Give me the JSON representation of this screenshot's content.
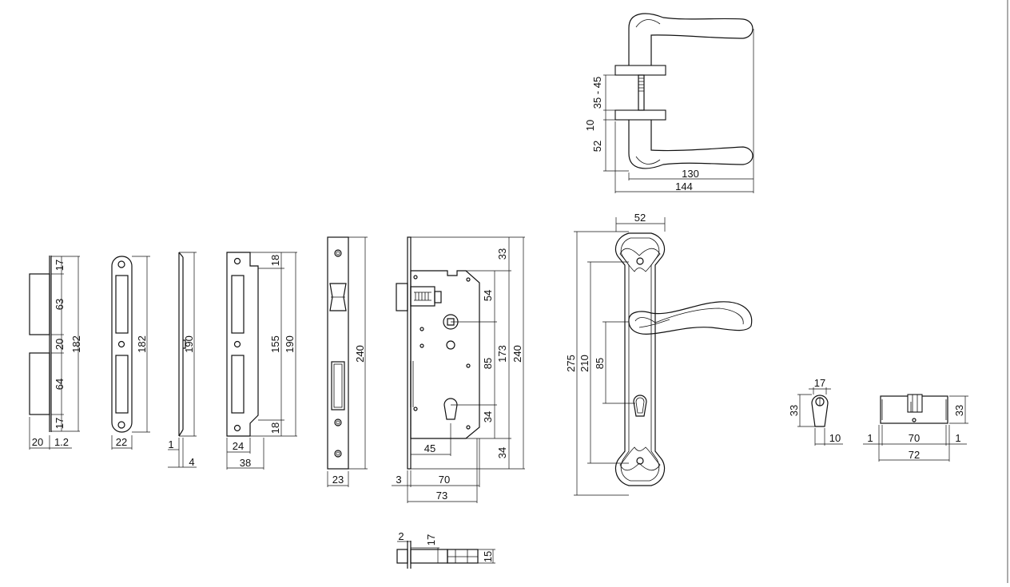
{
  "dimensions": {
    "strike_plate_a": {
      "d17_top": "17",
      "d63": "63",
      "d20": "20",
      "d64": "64",
      "d17_bottom": "17",
      "total": "182",
      "width": "20",
      "thickness": "1.2"
    },
    "strike_plate_b": {
      "total": "182",
      "width": "22"
    },
    "face_plate_side": {
      "total": "190",
      "d1": "1",
      "d4": "4"
    },
    "strike_plate_c": {
      "d18_top": "18",
      "d155": "155",
      "total": "190",
      "d18_bottom": "18",
      "d24": "24",
      "d38": "38"
    },
    "lock_face": {
      "total": "240",
      "width": "23"
    },
    "lock_body": {
      "d33": "33",
      "d54": "54",
      "d85": "85",
      "d173": "173",
      "d240": "240",
      "d34a": "34",
      "d34b": "34",
      "d45": "45",
      "d3": "3",
      "d70": "70",
      "d73": "73"
    },
    "bolt_detail": {
      "d2": "2",
      "d17": "17",
      "d15": "15"
    },
    "handle_top": {
      "d35_45": "35 - 45",
      "d10": "10",
      "d52": "52",
      "d130": "130",
      "d144": "144"
    },
    "handle_plate": {
      "d52": "52",
      "d275": "275",
      "d210": "210",
      "d85": "85"
    },
    "cylinder_side": {
      "d17": "17",
      "d33": "33",
      "d10": "10"
    },
    "cylinder": {
      "d33": "33",
      "d1_left": "1",
      "d70": "70",
      "d1_right": "1",
      "d72": "72"
    }
  }
}
